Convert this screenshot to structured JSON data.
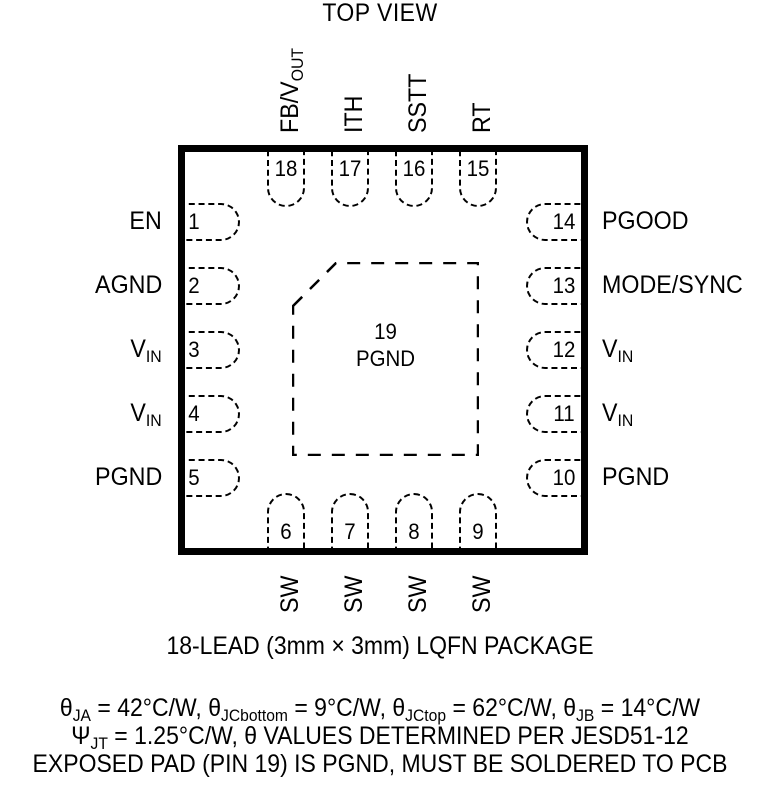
{
  "diagram": {
    "title": "TOP VIEW",
    "package_body": {
      "label": "package-outline"
    },
    "exposed_pad": {
      "pin_number": "19",
      "name": "PGND"
    },
    "pins_left": [
      {
        "number": "1",
        "name": "EN"
      },
      {
        "number": "2",
        "name": "AGND"
      },
      {
        "number": "3",
        "name": "V",
        "sub": "IN"
      },
      {
        "number": "4",
        "name": "V",
        "sub": "IN"
      },
      {
        "number": "5",
        "name": "PGND"
      }
    ],
    "pins_bottom": [
      {
        "number": "6",
        "name": "SW"
      },
      {
        "number": "7",
        "name": "SW"
      },
      {
        "number": "8",
        "name": "SW"
      },
      {
        "number": "9",
        "name": "SW"
      }
    ],
    "pins_right": [
      {
        "number": "10",
        "name": "PGND"
      },
      {
        "number": "11",
        "name": "V",
        "sub": "IN"
      },
      {
        "number": "12",
        "name": "V",
        "sub": "IN"
      },
      {
        "number": "13",
        "name": "MODE/SYNC"
      },
      {
        "number": "14",
        "name": "PGOOD"
      }
    ],
    "pins_top": [
      {
        "number": "15",
        "name": "RT"
      },
      {
        "number": "16",
        "name": "SSTT"
      },
      {
        "number": "17",
        "name": "ITH"
      },
      {
        "number": "18",
        "name": "FB/V",
        "sub": "OUT"
      }
    ]
  },
  "caption": {
    "package_line": "18-LEAD (3mm × 3mm) LQFN PACKAGE",
    "thermal_line_1": "θJA = 42°C/W, θJCbottom = 9°C/W, θJCtop = 62°C/W, θJB = 14°C/W",
    "thermal_line_2": "ΨJT = 1.25°C/W, θ VALUES DETERMINED PER JESD51-12",
    "thermal_line_3": "EXPOSED PAD (PIN 19) IS PGND, MUST BE SOLDERED TO PCB",
    "thermal_values": {
      "theta_JA": "42°C/W",
      "theta_JCbottom": "9°C/W",
      "theta_JCtop": "62°C/W",
      "theta_JB": "14°C/W",
      "psi_JT": "1.25°C/W",
      "standard": "JESD51-12"
    }
  },
  "colors": {
    "line": "#000000",
    "background": "#ffffff"
  }
}
